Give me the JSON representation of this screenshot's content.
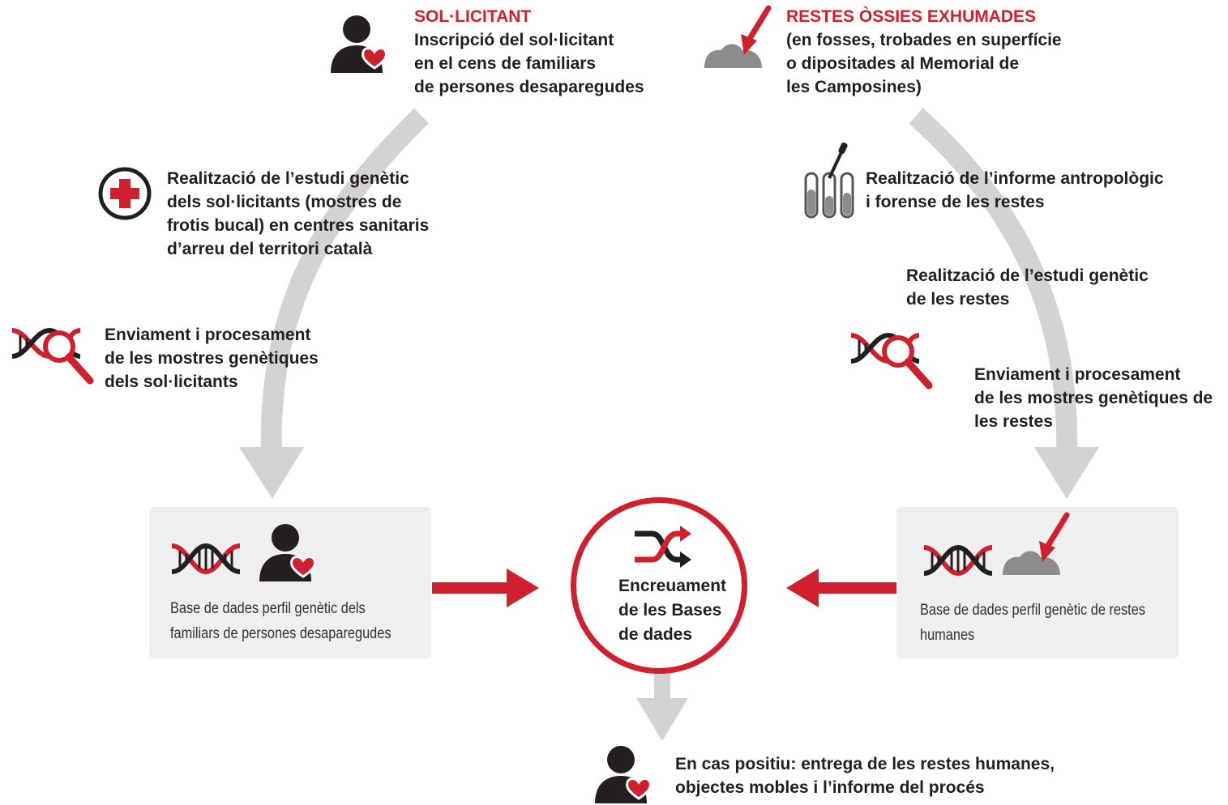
{
  "colors": {
    "accent": "#d0202e",
    "dark": "#231f20",
    "grey_arrow": "#d3d3d3",
    "grey_icon": "#8c8c8c",
    "box_bg": "#efefef"
  },
  "left_top": {
    "title": "SOL·LICITANT",
    "text": "Inscripció del sol·licitant\nen el cens de familiars\nde persones desaparegudes",
    "icon": "person-heart-icon"
  },
  "right_top": {
    "title": "RESTES ÒSSIES EXHUMADES",
    "text": "(en fosses, trobades en superfície\no dipositades al Memorial de\nles Camposines)",
    "icon": "trowel-mound-icon"
  },
  "left_steps": [
    {
      "text": "Realització de l’estudi genètic\ndels sol·licitants (mostres de\nfrotis bucal) en centres sanitaris\nd’arreu del territori català",
      "icon": "medical-cross-icon"
    },
    {
      "text": "Enviament i procesament\nde les mostres genètiques\ndels sol·licitants",
      "icon": "dna-magnifier-icon"
    }
  ],
  "right_steps": [
    {
      "text": "Realització de l’informe antropològic\ni forense de les restes",
      "icon": "test-tubes-icon"
    },
    {
      "text": "Realització de l’estudi genètic\nde les restes",
      "icon": ""
    },
    {
      "text": "Enviament i procesament\nde les mostres genètiques de\nles restes",
      "icon": "dna-magnifier-icon"
    }
  ],
  "left_box": {
    "text": "Base de dades perfil genètic dels\nfamiliars de persones desaparegudes"
  },
  "right_box": {
    "text": "Base de dades perfil genètic de restes\nhumanes"
  },
  "center": {
    "text": "Encreuament\nde les Bases\nde dades",
    "icon": "shuffle-arrows-icon"
  },
  "bottom": {
    "text": "En cas positiu: entrega de les restes humanes,\nobjectes mobles i l’informe del procés",
    "icon": "person-heart-icon"
  }
}
